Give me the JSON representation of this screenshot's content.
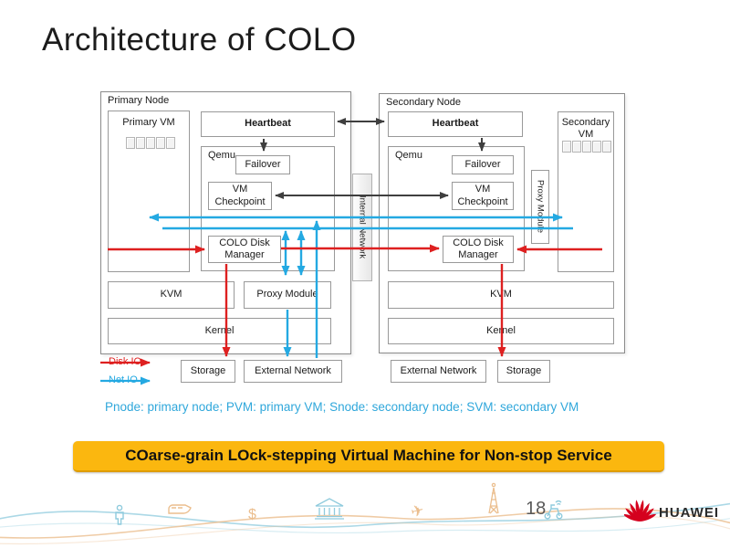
{
  "slide": {
    "title": "Architecture of COLO",
    "caption": "Pnode: primary node; PVM: primary VM; Snode: secondary node; SVM: secondary VM",
    "banner": "COarse-grain LOck-stepping Virtual Machine for Non-stop Service",
    "page_number": "18",
    "brand": "HUAWEI"
  },
  "colors": {
    "disk_io": "#DE2020",
    "net_io": "#24A9E2",
    "dark_arrow": "#3F3F3F",
    "box_border": "#999999",
    "banner_bg": "#FBB70F",
    "caption_text": "#2FA7DB",
    "huawei_red": "#D5001E",
    "wave_teal": "#8FCBDD",
    "wave_tan": "#EBBE8E"
  },
  "diagram": {
    "internal_network": "Internal Network",
    "primary": {
      "title": "Primary Node",
      "vm": "Primary VM"
    },
    "secondary": {
      "title": "Secondary Node",
      "vm": "Secondary VM"
    },
    "labels": {
      "heartbeat": "Heartbeat",
      "qemu": "Qemu",
      "failover": "Failover",
      "vm_checkpoint": "VM Checkpoint",
      "colo_disk_manager": "COLO Disk Manager",
      "kvm": "KVM",
      "proxy_module": "Proxy Module",
      "kernel": "Kernel",
      "storage": "Storage",
      "external_network": "External Network"
    },
    "legend": [
      {
        "label": "Disk IO"
      },
      {
        "label": "Net IO"
      }
    ]
  },
  "footer": {
    "icons": {
      "dollar": "$",
      "plane": "✈"
    },
    "icon_names": [
      "person-icon",
      "train-icon",
      "dollar-icon",
      "bank-icon",
      "plane-icon",
      "tower-icon",
      "scooter-icon"
    ]
  }
}
